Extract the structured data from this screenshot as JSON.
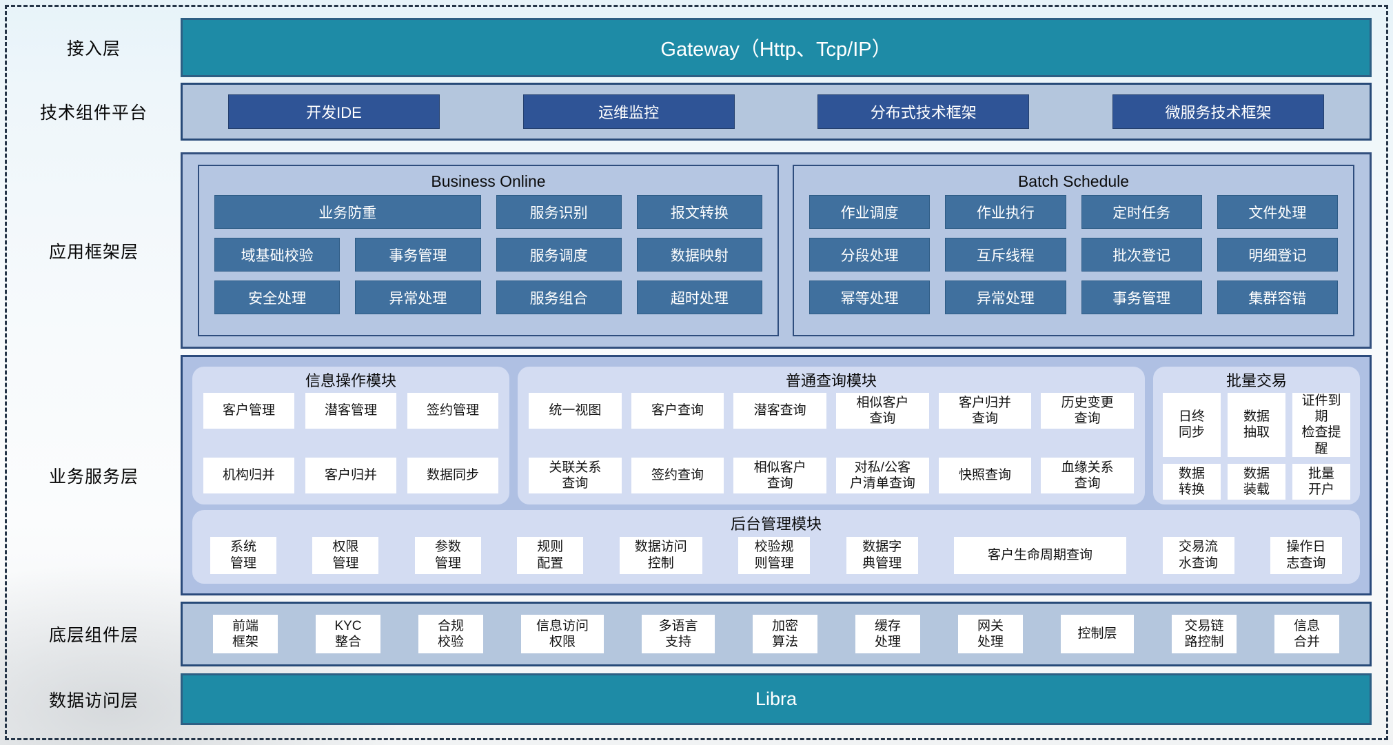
{
  "layers": {
    "access": "接入层",
    "tech": "技术组件平台",
    "app": "应用框架层",
    "services": "业务服务层",
    "base": "底层组件层",
    "data": "数据访问层"
  },
  "access": {
    "title": "Gateway（Http、Tcp/IP）"
  },
  "tech": {
    "items": [
      "开发IDE",
      "运维监控",
      "分布式技术框架",
      "微服务技术框架"
    ]
  },
  "app": {
    "business_online": {
      "title": "Business Online",
      "items": [
        "业务防重",
        "服务识别",
        "报文转换",
        "域基础校验",
        "事务管理",
        "服务调度",
        "数据映射",
        "安全处理",
        "异常处理",
        "服务组合",
        "超时处理"
      ]
    },
    "batch_schedule": {
      "title": "Batch Schedule",
      "items": [
        "作业调度",
        "作业执行",
        "定时任务",
        "文件处理",
        "分段处理",
        "互斥线程",
        "批次登记",
        "明细登记",
        "幂等处理",
        "异常处理",
        "事务管理",
        "集群容错"
      ]
    }
  },
  "services": {
    "info_module": {
      "title": "信息操作模块",
      "items": [
        "客户管理",
        "潜客管理",
        "签约管理",
        "机构归并",
        "客户归并",
        "数据同步"
      ]
    },
    "query_module": {
      "title": "普通查询模块",
      "items": [
        "统一视图",
        "客户查询",
        "潜客查询",
        "相似客户\n查询",
        "客户归并\n查询",
        "历史变更\n查询",
        "关联关系\n查询",
        "签约查询",
        "相似客户\n查询",
        "对私/公客\n户清单查询",
        "快照查询",
        "血缘关系\n查询"
      ]
    },
    "batch_module": {
      "title": "批量交易",
      "items": [
        "日终\n同步",
        "数据\n抽取",
        "证件到期\n检查提醒",
        "数据\n转换",
        "数据\n装载",
        "批量\n开户"
      ]
    },
    "admin_module": {
      "title": "后台管理模块",
      "items": [
        "系统\n管理",
        "权限\n管理",
        "参数\n管理",
        "规则\n配置",
        "数据访问\n控制",
        "校验规\n则管理",
        "数据字\n典管理",
        "客户生命周期查询",
        "交易流\n水查询",
        "操作日\n志查询"
      ]
    }
  },
  "base": {
    "items": [
      "前端\n框架",
      "KYC\n整合",
      "合规\n校验",
      "信息访问\n权限",
      "多语言\n支持",
      "加密\n算法",
      "缓存\n处理",
      "网关\n处理",
      "控制层",
      "交易链\n路控制",
      "信息\n合并"
    ]
  },
  "data_access": {
    "title": "Libra"
  },
  "colors": {
    "teal": "#1e8ba6",
    "dark_blue_button": "#2f5496",
    "steel_blue_button": "#40709e",
    "container_blue": "#b4c6dd",
    "periwinkle_container": "#afc0e3",
    "module_panel": "#d3dcf2",
    "border_navy": "#274a78"
  }
}
